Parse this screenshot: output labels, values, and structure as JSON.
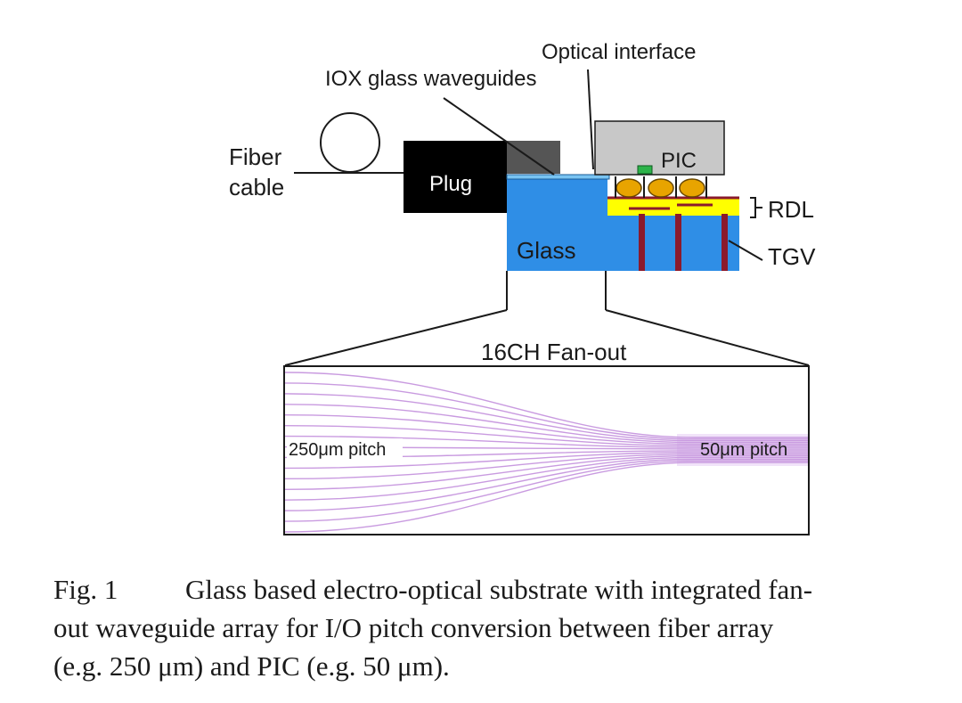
{
  "labels": {
    "optical_interface": "Optical interface",
    "iox_waveguides": "IOX glass waveguides",
    "fiber_line1": "Fiber",
    "fiber_line2": "cable",
    "plug": "Plug",
    "pic": "PIC",
    "rdl": "RDL",
    "glass": "Glass",
    "tgv": "TGV",
    "fanout_title": "16CH Fan-out",
    "pitch_left": "250μm pitch",
    "pitch_right": "50μm pitch"
  },
  "fanout": {
    "channels": 16
  },
  "caption": {
    "fig_number": "Fig.  1",
    "text_line1": "Glass based electro-optical substrate with integrated fan-",
    "text_line2": "out waveguide array for I/O pitch conversion between fiber array",
    "text_line3": "(e.g. 250 μm) and PIC (e.g. 50 μm)."
  },
  "colors": {
    "glass": "#2f8ee6",
    "plug": "#000000",
    "pic": "#c8c8c8",
    "rdl": "#ffff00",
    "tgv": "#8b1a2c",
    "bump": "#e8a400",
    "waveguide": "#c99be0"
  }
}
